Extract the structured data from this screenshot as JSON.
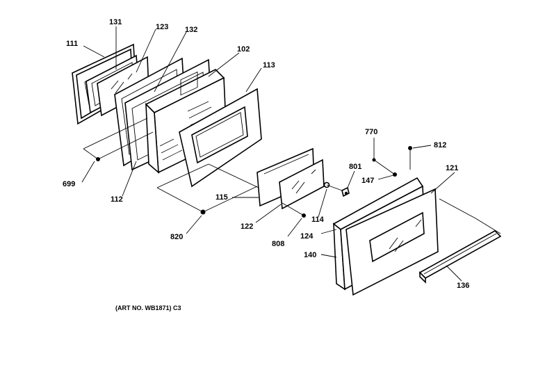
{
  "title": "",
  "art_number": "(ART NO. WB1871) C3",
  "parts": [
    {
      "id": "p111",
      "label": "111"
    },
    {
      "id": "p131",
      "label": "131"
    },
    {
      "id": "p123",
      "label": "123"
    },
    {
      "id": "p132",
      "label": "132"
    },
    {
      "id": "p102",
      "label": "102"
    },
    {
      "id": "p113",
      "label": "113"
    },
    {
      "id": "p699",
      "label": "699"
    },
    {
      "id": "p112",
      "label": "112"
    },
    {
      "id": "p115",
      "label": "115"
    },
    {
      "id": "p820",
      "label": "820"
    },
    {
      "id": "p122",
      "label": "122"
    },
    {
      "id": "p808",
      "label": "808"
    },
    {
      "id": "p114",
      "label": "114"
    },
    {
      "id": "p801",
      "label": "801"
    },
    {
      "id": "p770",
      "label": "770"
    },
    {
      "id": "p812",
      "label": "812"
    },
    {
      "id": "p147",
      "label": "147"
    },
    {
      "id": "p121",
      "label": "121"
    },
    {
      "id": "p124",
      "label": "124"
    },
    {
      "id": "p140",
      "label": "140"
    },
    {
      "id": "p136",
      "label": "136"
    }
  ]
}
